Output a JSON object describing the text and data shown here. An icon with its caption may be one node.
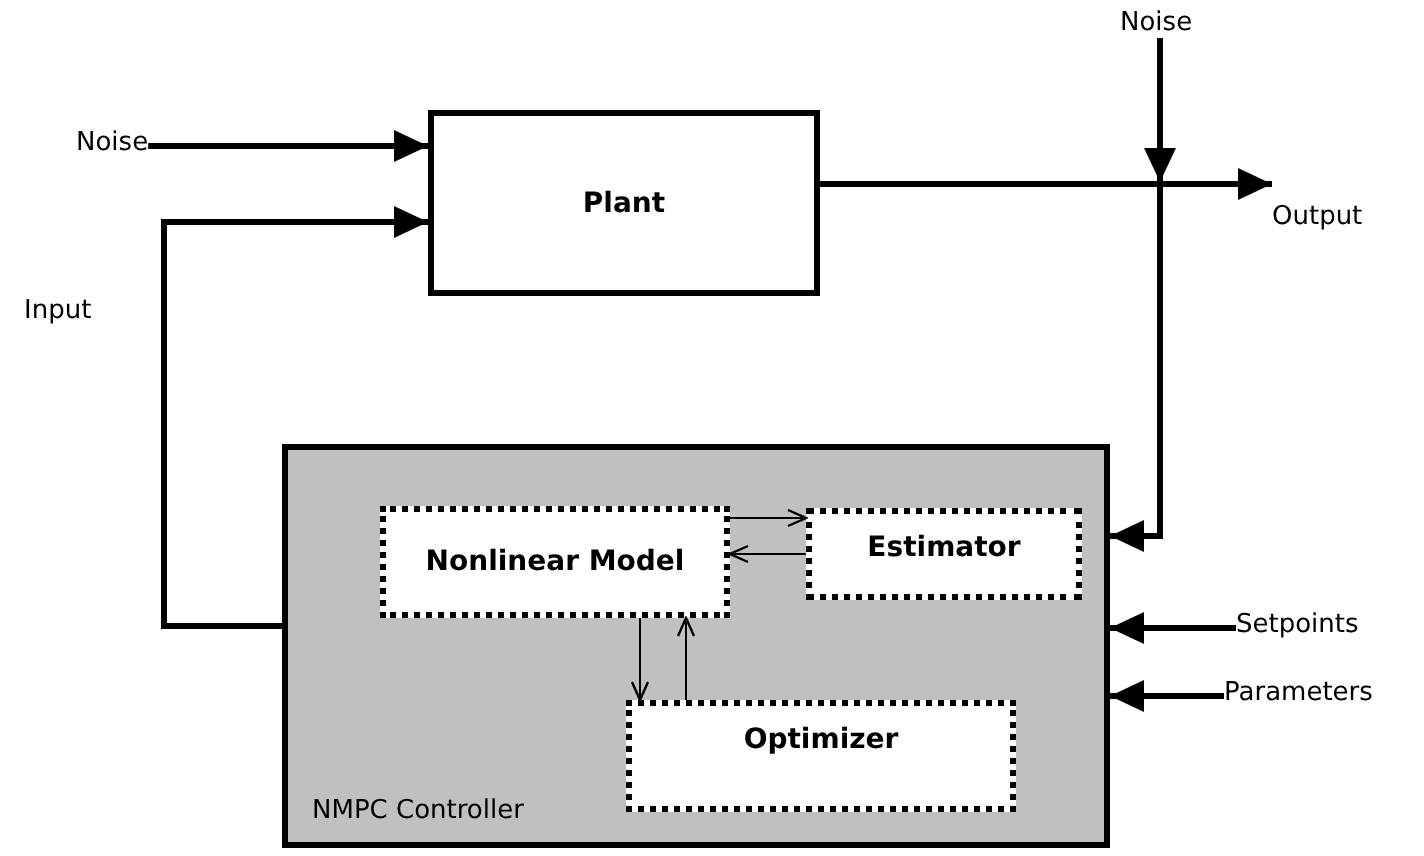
{
  "diagram": {
    "nodes": [
      {
        "text": [
          "Plant"
        ]
      },
      {
        "text": [
          "NMPC Controller"
        ]
      },
      {
        "text": [
          "Nonlinear Model"
        ],
        "in": 1
      },
      {
        "text": [
          "Estimator"
        ],
        "in": 1
      },
      {
        "text": [
          "Optimizer"
        ],
        "in": 1
      },
      {
        "text": [
          "Noise"
        ]
      },
      {
        "text": [
          "Noise"
        ]
      },
      {
        "text": [
          "Output"
        ]
      },
      {
        "text": [
          "Setpoints"
        ]
      },
      {
        "text": [
          "Parameters"
        ]
      }
    ],
    "edges": [
      {
        "from": 5,
        "to": 0,
        "arrow": "to"
      },
      {
        "from": 1,
        "to": 0,
        "arrow": "to",
        "label": "Input"
      },
      {
        "from": 0,
        "to": 7,
        "arrow": "to"
      },
      {
        "from": 6,
        "to": null,
        "arrow": "to"
      },
      {
        "from": 0,
        "to": 1,
        "arrow": "to"
      },
      {
        "from": 8,
        "to": 1,
        "arrow": "to"
      },
      {
        "from": 9,
        "to": 1,
        "arrow": "to"
      },
      {
        "from": 2,
        "to": 3,
        "arrow": "to"
      },
      {
        "from": 3,
        "to": 2,
        "arrow": "to"
      },
      {
        "from": 2,
        "to": 4,
        "arrow": "to"
      },
      {
        "from": 4,
        "to": 2,
        "arrow": "to"
      }
    ]
  }
}
